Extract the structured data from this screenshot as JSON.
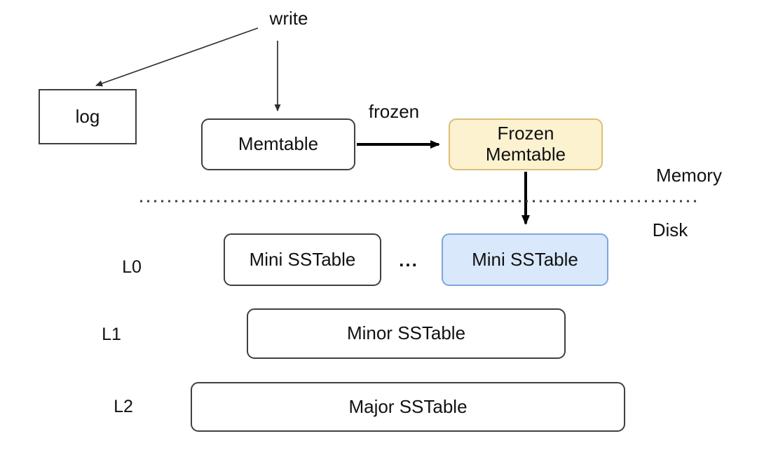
{
  "labels": {
    "write": "write",
    "frozen": "frozen",
    "memory": "Memory",
    "disk": "Disk",
    "ellipsis": "..."
  },
  "nodes": {
    "log": "log",
    "memtable": "Memtable",
    "frozen_memtable": "Frozen Memtable",
    "mini_sstable_left": "Mini SSTable",
    "mini_sstable_right": "Mini SSTable",
    "minor_sstable": "Minor SSTable",
    "major_sstable": "Major SSTable"
  },
  "levels": [
    {
      "label": "L0"
    },
    {
      "label": "L1"
    },
    {
      "label": "L2"
    }
  ],
  "colors": {
    "background": "#FFFFFF",
    "box_border": "#404040",
    "frozen_memtable_fill": "#FCF2D0",
    "frozen_memtable_border": "#D9BF77",
    "mini_sstable_fill": "#D9E8FB",
    "mini_sstable_border": "#7EA6DC",
    "arrow": "#000000",
    "divider": "#3F3F3F"
  }
}
